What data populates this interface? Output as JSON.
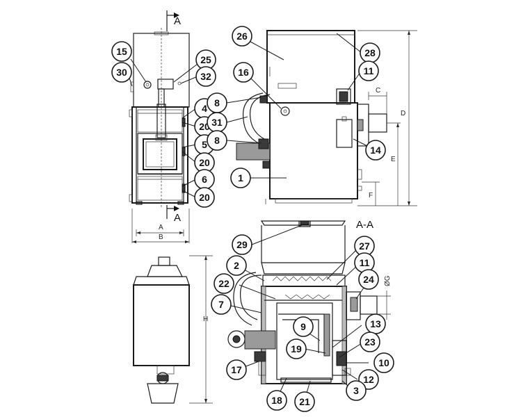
{
  "section": {
    "arrow_label": "A",
    "view_title": "A-A"
  },
  "dims": {
    "A": "A",
    "B": "B",
    "C": "C",
    "D": "D",
    "E": "E",
    "F": "F",
    "G": "ØG",
    "H": "H"
  },
  "callouts": [
    {
      "num": "15"
    },
    {
      "num": "30"
    },
    {
      "num": "25"
    },
    {
      "num": "32"
    },
    {
      "num": "4"
    },
    {
      "num": "20"
    },
    {
      "num": "5"
    },
    {
      "num": "20"
    },
    {
      "num": "6"
    },
    {
      "num": "20"
    },
    {
      "num": "26"
    },
    {
      "num": "28"
    },
    {
      "num": "16"
    },
    {
      "num": "11"
    },
    {
      "num": "8"
    },
    {
      "num": "31"
    },
    {
      "num": "8"
    },
    {
      "num": "14"
    },
    {
      "num": "1"
    },
    {
      "num": "29"
    },
    {
      "num": "27"
    },
    {
      "num": "2"
    },
    {
      "num": "11"
    },
    {
      "num": "22"
    },
    {
      "num": "24"
    },
    {
      "num": "7"
    },
    {
      "num": "9"
    },
    {
      "num": "13"
    },
    {
      "num": "19"
    },
    {
      "num": "23"
    },
    {
      "num": "17"
    },
    {
      "num": "10"
    },
    {
      "num": "12"
    },
    {
      "num": "18"
    },
    {
      "num": "21"
    },
    {
      "num": "3"
    }
  ]
}
